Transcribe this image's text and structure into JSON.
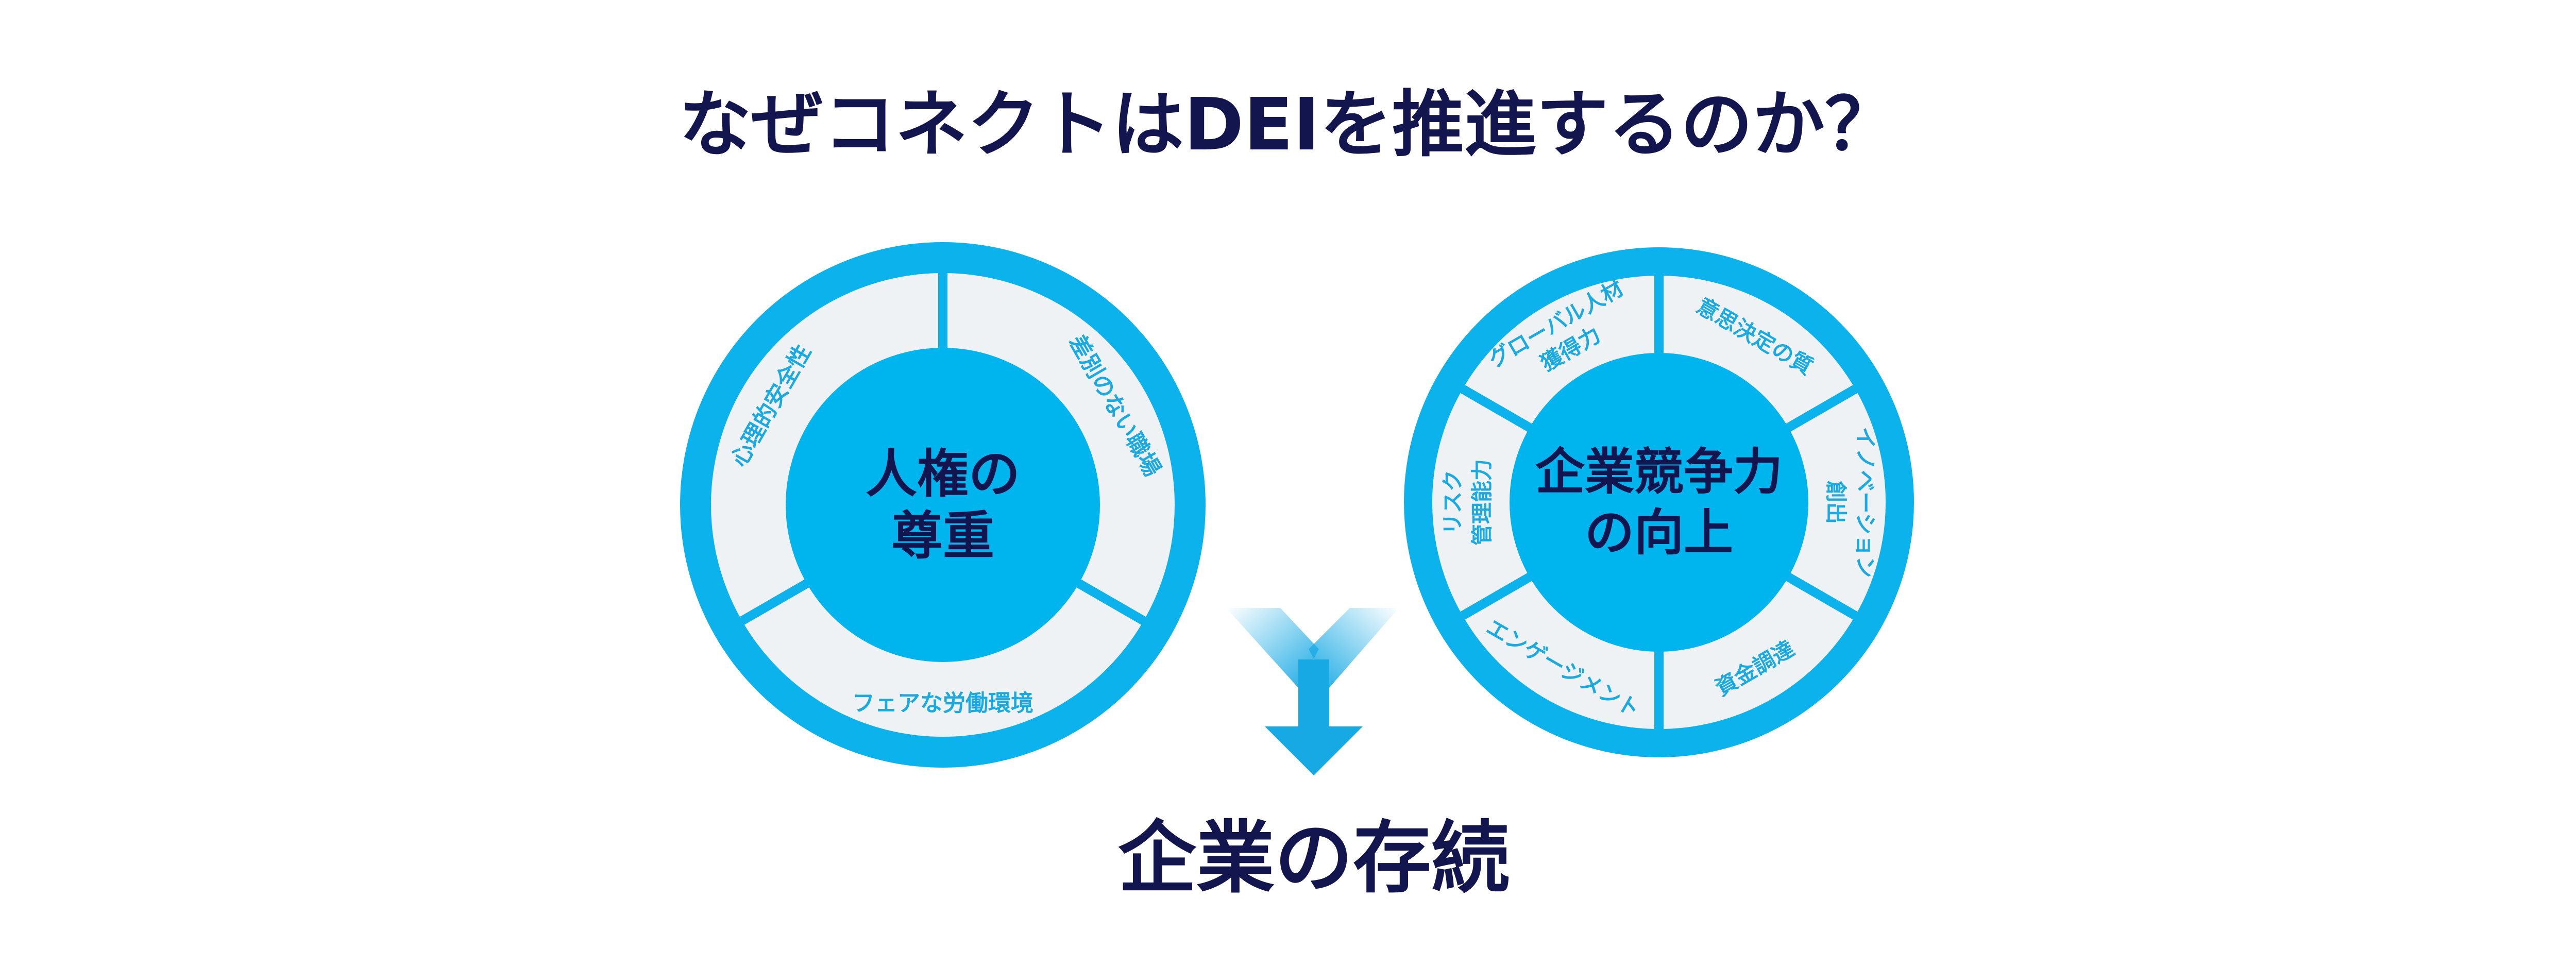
{
  "title": "なぜコネクトはDEIを推進するのか？",
  "colors": {
    "ring": "#0cb2ec",
    "segment_fill": "#eff2f5",
    "center": "#00b4ee",
    "text_navy": "#13154f",
    "segment_text": "#1ba9e1",
    "arrow": "#17a9e4"
  },
  "left_circle": {
    "center_lines": [
      "人権の",
      "尊重"
    ],
    "segments": [
      {
        "lines": [
          "差別のない職場"
        ]
      },
      {
        "lines": [
          "フェアな労働環境"
        ]
      },
      {
        "lines": [
          "心理的安全性"
        ]
      }
    ]
  },
  "right_circle": {
    "center_lines": [
      "企業競争力",
      "の向上"
    ],
    "segments": [
      {
        "lines": [
          "意思決定の質"
        ]
      },
      {
        "lines": [
          "イノベーション",
          "創出"
        ]
      },
      {
        "lines": [
          "資金調達"
        ]
      },
      {
        "lines": [
          "エンゲージメント"
        ]
      },
      {
        "lines": [
          "リスク",
          "管理能力"
        ]
      },
      {
        "lines": [
          "グローバル人材",
          "獲得力"
        ]
      }
    ]
  },
  "merge_arrow": {
    "icon": "merge-arrow-down-icon"
  },
  "conclusion": "企業の存続"
}
